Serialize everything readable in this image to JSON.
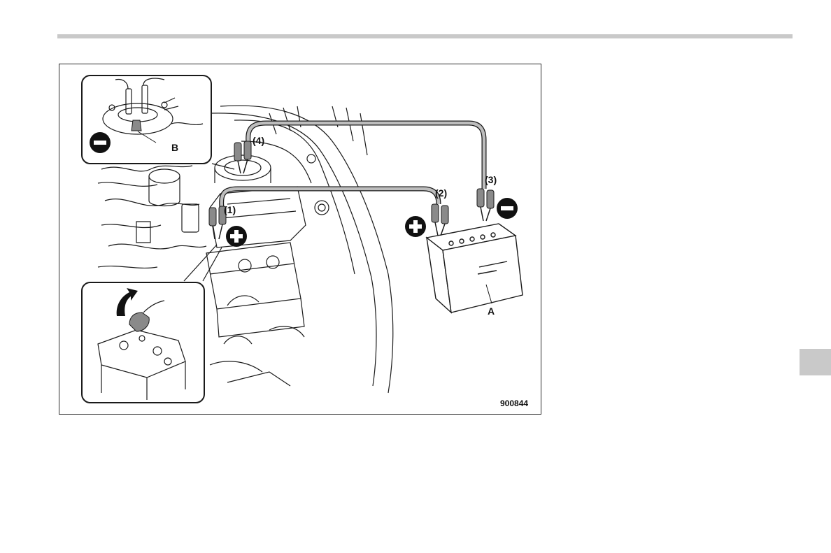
{
  "figure": {
    "number": "900844",
    "labels": {
      "step1": "(1)",
      "step2": "(2)",
      "step3": "(3)",
      "step4": "(4)",
      "battery_a": "A",
      "ground_b": "B"
    },
    "icons": {
      "positive": "plus-circle-icon",
      "negative": "minus-circle-icon",
      "arrow": "lift-arrow-icon"
    },
    "colors": {
      "line": "#1a1a1a",
      "cable": "#bdbdbd",
      "clamp": "#8a8a8a",
      "symbol": "#111111"
    }
  }
}
